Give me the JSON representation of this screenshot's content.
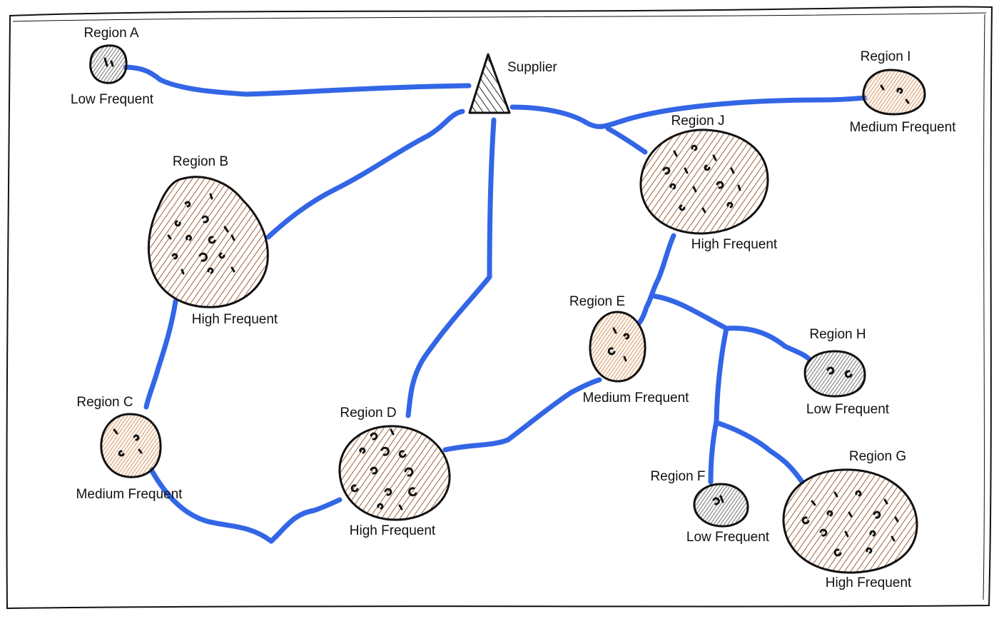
{
  "supplier": {
    "label": "Supplier"
  },
  "regions": [
    {
      "id": "A",
      "name": "Region A",
      "frequency": "Low Frequent",
      "level": "low"
    },
    {
      "id": "B",
      "name": "Region B",
      "frequency": "High Frequent",
      "level": "high"
    },
    {
      "id": "C",
      "name": "Region C",
      "frequency": "Medium Frequent",
      "level": "medium"
    },
    {
      "id": "D",
      "name": "Region D",
      "frequency": "High Frequent",
      "level": "high"
    },
    {
      "id": "E",
      "name": "Region E",
      "frequency": "Medium Frequent",
      "level": "medium"
    },
    {
      "id": "F",
      "name": "Region F",
      "frequency": "Low Frequent",
      "level": "low"
    },
    {
      "id": "G",
      "name": "Region G",
      "frequency": "High Frequent",
      "level": "high"
    },
    {
      "id": "H",
      "name": "Region H",
      "frequency": "Low Frequent",
      "level": "low"
    },
    {
      "id": "I",
      "name": "Region I",
      "frequency": "Medium Frequent",
      "level": "medium"
    },
    {
      "id": "J",
      "name": "Region J",
      "frequency": "High Frequent",
      "level": "high"
    }
  ],
  "connections": [
    [
      "Supplier",
      "A"
    ],
    [
      "Supplier",
      "B"
    ],
    [
      "Supplier",
      "D"
    ],
    [
      "Supplier",
      "I"
    ],
    [
      "Supplier",
      "J"
    ],
    [
      "B",
      "C"
    ],
    [
      "C",
      "D"
    ],
    [
      "D",
      "E"
    ],
    [
      "J",
      "E"
    ],
    [
      "J",
      "H"
    ],
    [
      "J",
      "F"
    ],
    [
      "J",
      "G"
    ]
  ],
  "colors": {
    "route": "#3366e6",
    "high_fill": "#a0633a",
    "medium_fill": "#e3b48e",
    "low_fill": "#8a8a8a",
    "outline": "#111111"
  }
}
